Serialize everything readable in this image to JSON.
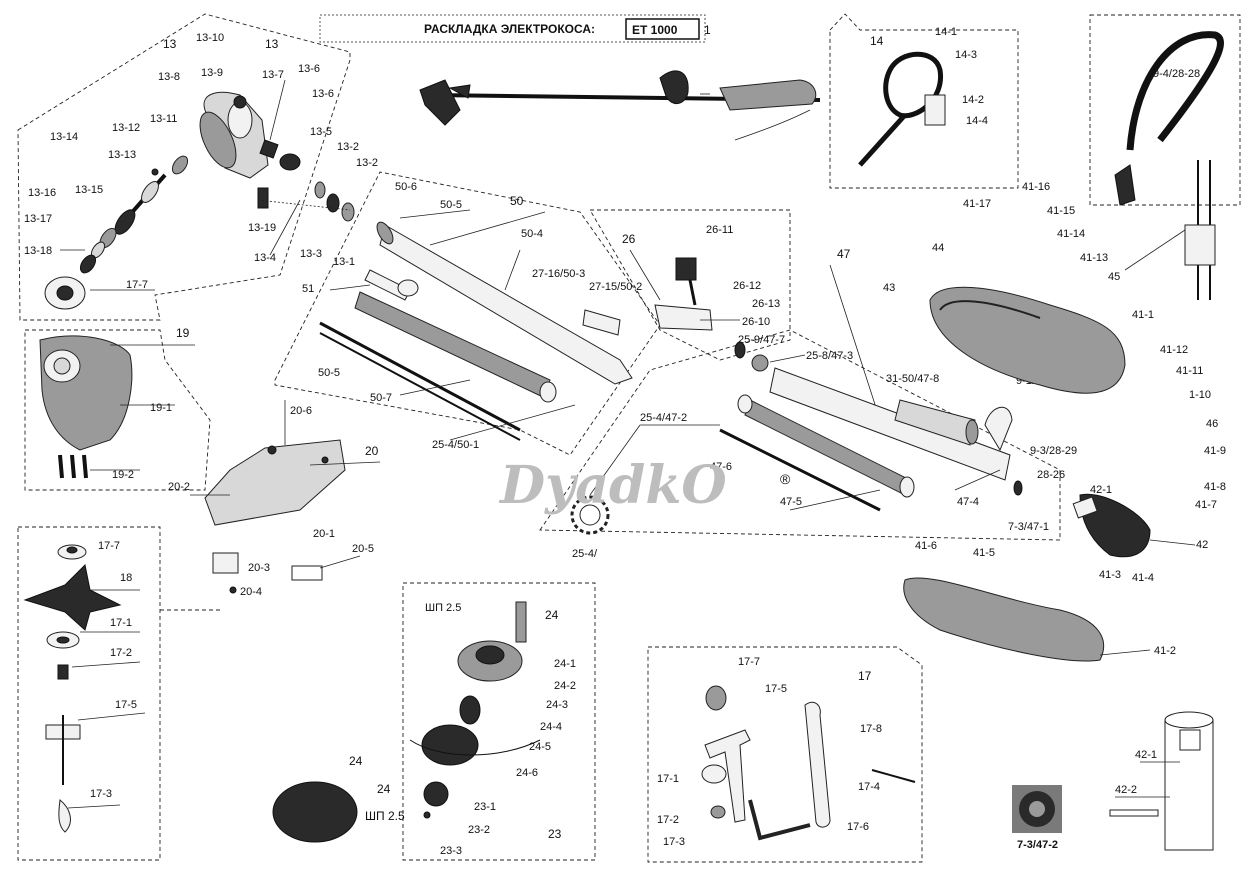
{
  "header": {
    "title": "РАСКЛАДКА ЭЛЕКТРОКОСА:",
    "model": "ET  1000",
    "callout": "1"
  },
  "watermark": {
    "text": "DyadkO",
    "mark": "®"
  },
  "groups": {
    "g13": "13",
    "g14": "14",
    "g17": "17",
    "g23": "23",
    "g24": "24",
    "g24_sub": "ШП 2.5",
    "g23_sub": "ШП 2.5",
    "g23_top": "24"
  },
  "labels": {
    "l13_10": "13-10",
    "l13_top": "13",
    "l13_9": "13-9",
    "l13_7": "13-7",
    "l13_6a": "13-6",
    "l13_6b": "13-6",
    "l13_8": "13-8",
    "l13_12": "13-12",
    "l13_11": "13-11",
    "l13_14": "13-14",
    "l13_13": "13-13",
    "l13_5": "13-5",
    "l13_2a": "13-2",
    "l13_2b": "13-2",
    "l13_16": "13-16",
    "l13_15": "13-15",
    "l13_17": "13-17",
    "l13_19": "13-19",
    "l13_18": "13-18",
    "l13_3": "13-3",
    "l13_1": "13-1",
    "l13_4": "13-4",
    "l17_7a": "17-7",
    "l19": "19",
    "l19_1": "19-1",
    "l19_2": "19-2",
    "l20_6": "20-6",
    "l20": "20",
    "l20_2": "20-2",
    "l20_1": "20-1",
    "l20_3": "20-3",
    "l20_4": "20-4",
    "l20_5": "20-5",
    "l17_7b": "17-7",
    "l18": "18",
    "l17_1a": "17-1",
    "l17_2a": "17-2",
    "l17_5a": "17-5",
    "l17_3a": "17-3",
    "l50_6": "50-6",
    "l50_5": "50-5",
    "l50": "50",
    "l50_4": "50-4",
    "l51": "51",
    "l50_5b": "50-5",
    "l50_7": "50-7",
    "l25_4_50_1": "25-4/50-1",
    "l27_16": "27-16/50-3",
    "l27_15": "27-15/50-2",
    "l26": "26",
    "l26_11": "26-11",
    "l26_12": "26-12",
    "l26_13": "26-13",
    "l26_10": "26-10",
    "l25_9": "25-9/47-7",
    "l25_8": "25-8/47-3",
    "l47": "47",
    "l25_4_47_2": "25-4/47-2",
    "l47_6": "47-6",
    "l47_5": "47-5",
    "l25_4": "25-4/",
    "l47_4": "47-4",
    "l28_26": "28-26",
    "l7_3": "7-3/47-1",
    "l31_50": "31-50/47-8",
    "l9_1": "9-1/28-27",
    "l9_3": "9-3/28-29",
    "l14_1": "14-1",
    "l14_3": "14-3",
    "l14_2": "14-2",
    "l14_4": "14-4",
    "l9_4": "9-4/28-28",
    "l45": "45",
    "l41_17": "41-17",
    "l41_16": "41-16",
    "l41_15": "41-15",
    "l44": "44",
    "l41_14": "41-14",
    "l41_13": "41-13",
    "l43": "43",
    "l41_1": "41-1",
    "l41_12": "41-12",
    "l41_11": "41-11",
    "l1_10": "1-10",
    "l46": "46",
    "l41_9": "41-9",
    "l41_8": "41-8",
    "l42_1a": "42-1",
    "l41_7": "41-7",
    "l42": "42",
    "l41_6": "41-6",
    "l41_5": "41-5",
    "l41_3": "41-3",
    "l41_4": "41-4",
    "l41_2": "41-2",
    "l24_1": "24-1",
    "l24_2": "24-2",
    "l24_3": "24-3",
    "l24_4": "24-4",
    "l24_5": "24-5",
    "l24_6": "24-6",
    "l23_1": "23-1",
    "l23_2": "23-2",
    "l23_3": "23-3",
    "l17_7c": "17-7",
    "l17_5c": "17-5",
    "l17_8": "17-8",
    "l17_1c": "17-1",
    "l17_4": "17-4",
    "l17_2c": "17-2",
    "l17_3c": "17-3",
    "l17_6": "17-6",
    "l7_3b": "7-3/47-2",
    "l42_1b": "42-1",
    "l42_2": "42-2"
  }
}
